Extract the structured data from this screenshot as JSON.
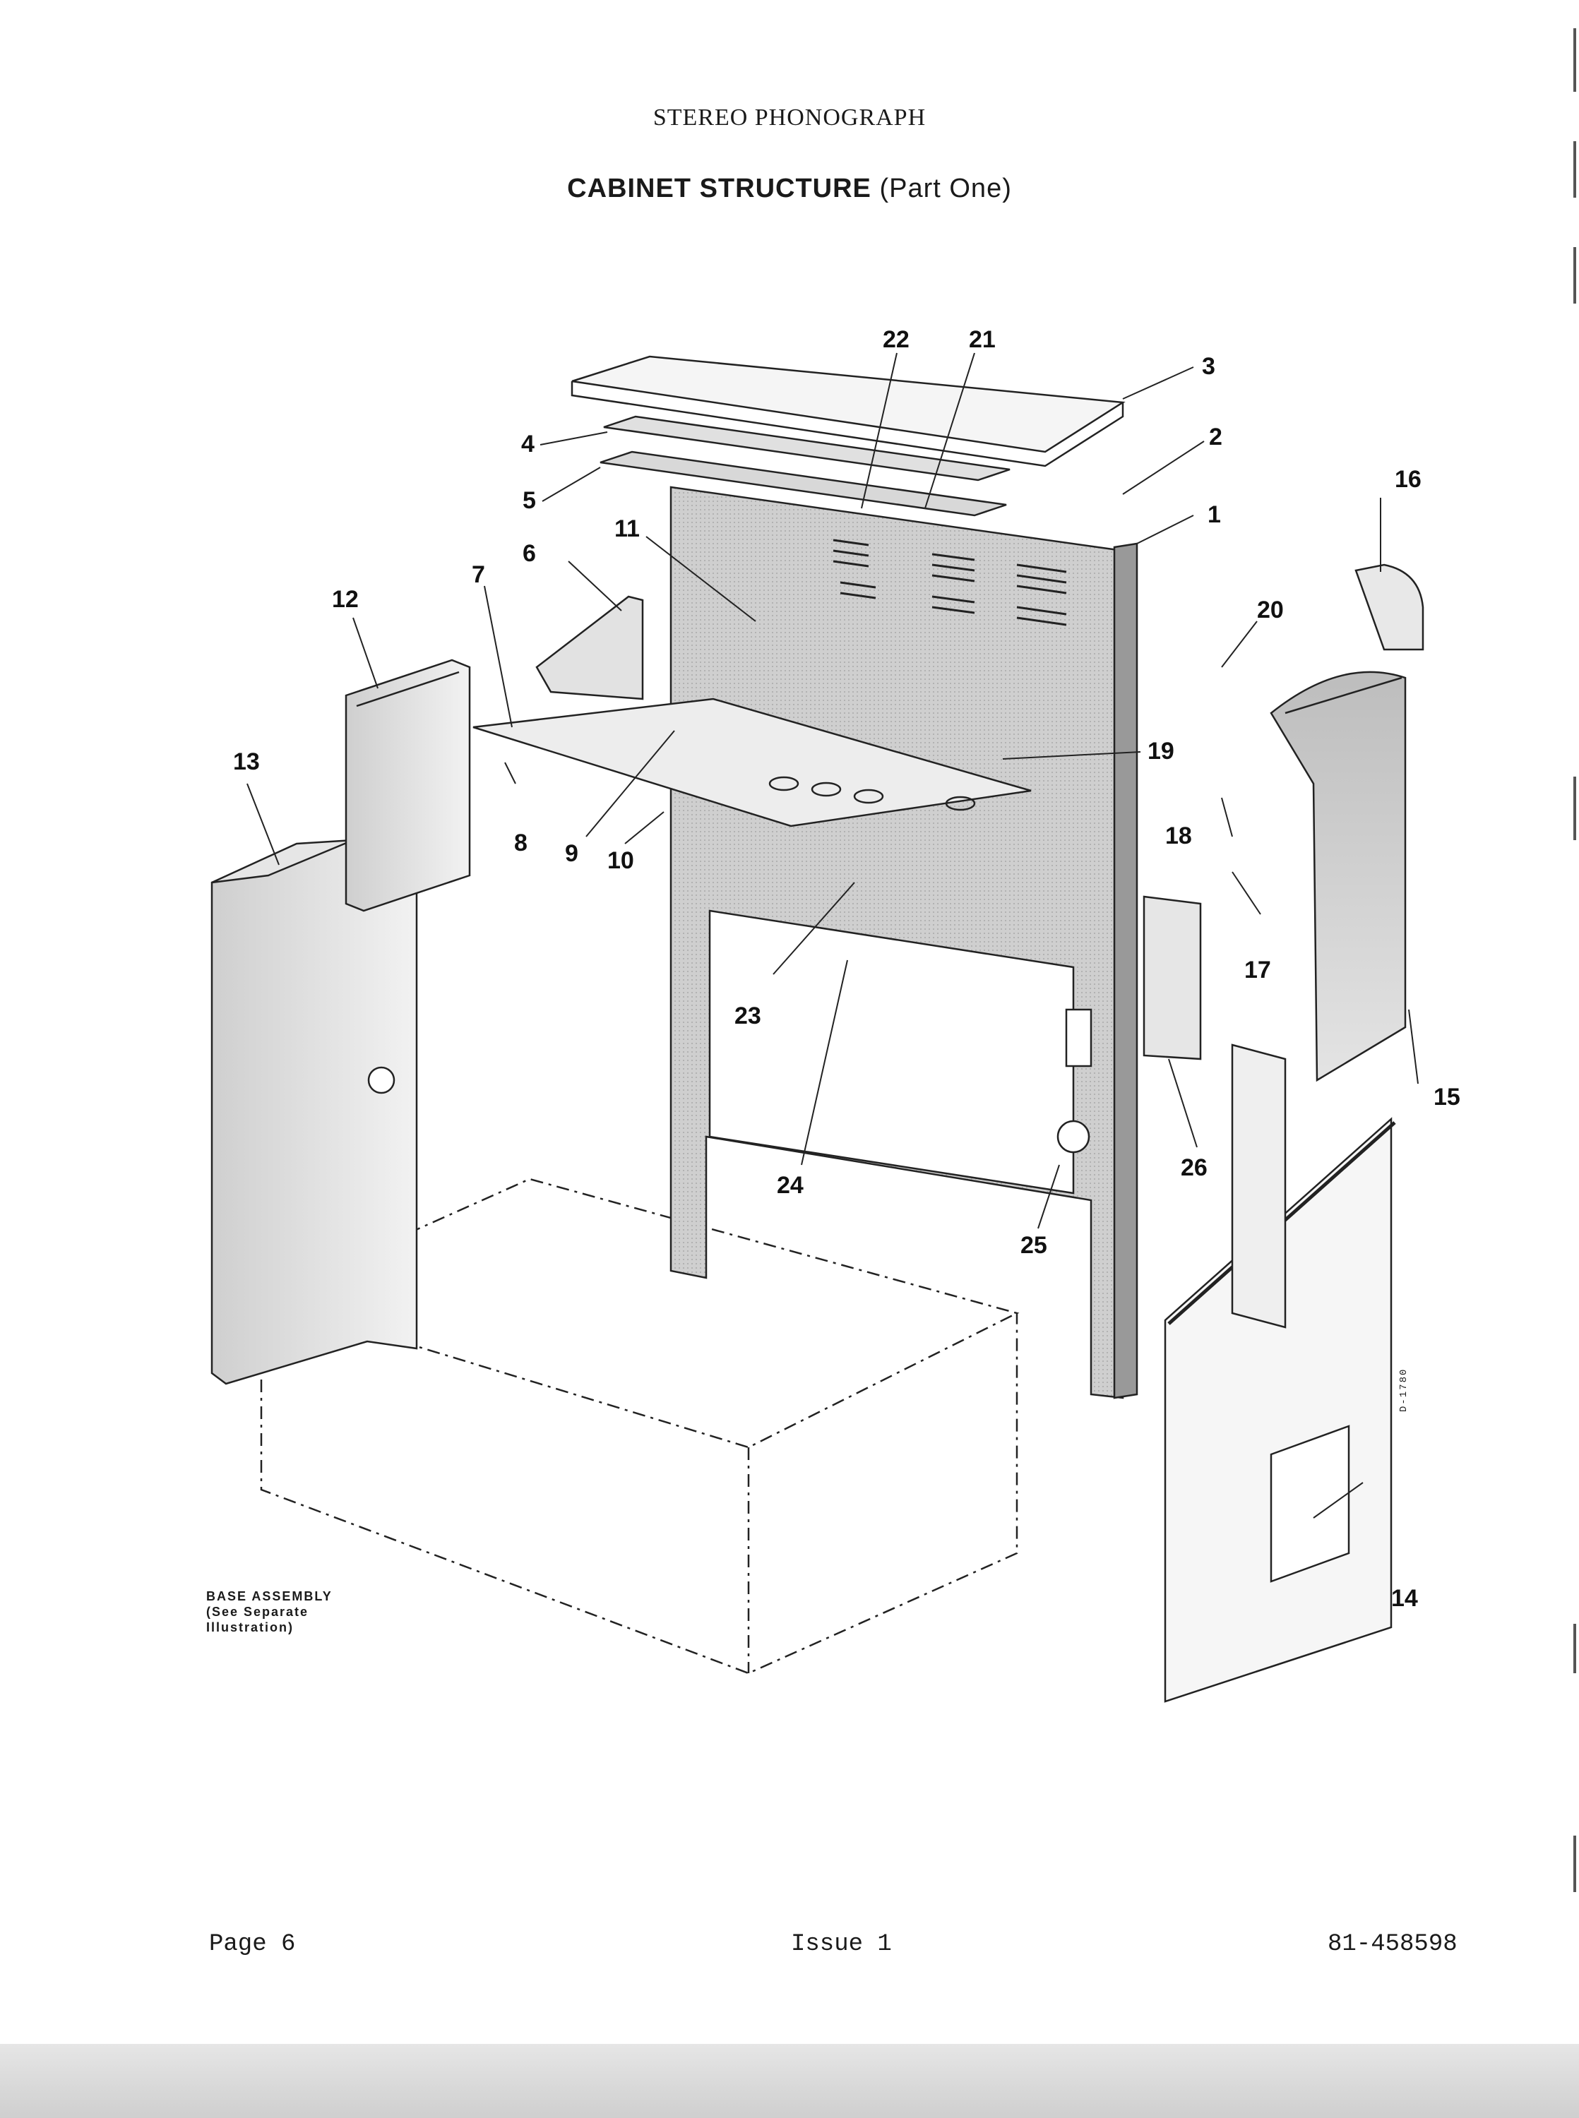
{
  "document": {
    "header": "STEREO PHONOGRAPH",
    "title_main": "CABINET STRUCTURE",
    "title_sub": "(Part One)",
    "footer": {
      "page": "Page 6",
      "issue": "Issue 1",
      "doc_number": "81-458598"
    },
    "drawing_code": "D-1780",
    "base_note": {
      "line1": "BASE ASSEMBLY",
      "line2": "(See Separate",
      "line3": "Illustration)"
    }
  },
  "callouts": [
    {
      "id": "c1",
      "label": "1"
    },
    {
      "id": "c2",
      "label": "2"
    },
    {
      "id": "c3",
      "label": "3"
    },
    {
      "id": "c4",
      "label": "4"
    },
    {
      "id": "c5",
      "label": "5"
    },
    {
      "id": "c6",
      "label": "6"
    },
    {
      "id": "c7",
      "label": "7"
    },
    {
      "id": "c8",
      "label": "8"
    },
    {
      "id": "c9",
      "label": "9"
    },
    {
      "id": "c10",
      "label": "10"
    },
    {
      "id": "c11",
      "label": "11"
    },
    {
      "id": "c12",
      "label": "12"
    },
    {
      "id": "c13",
      "label": "13"
    },
    {
      "id": "c14",
      "label": "14"
    },
    {
      "id": "c15",
      "label": "15"
    },
    {
      "id": "c16",
      "label": "16"
    },
    {
      "id": "c17",
      "label": "17"
    },
    {
      "id": "c18",
      "label": "18"
    },
    {
      "id": "c19",
      "label": "19"
    },
    {
      "id": "c20",
      "label": "20"
    },
    {
      "id": "c21",
      "label": "21"
    },
    {
      "id": "c22",
      "label": "22"
    },
    {
      "id": "c23",
      "label": "23"
    },
    {
      "id": "c24",
      "label": "24"
    },
    {
      "id": "c25",
      "label": "25"
    },
    {
      "id": "c26",
      "label": "26"
    }
  ]
}
